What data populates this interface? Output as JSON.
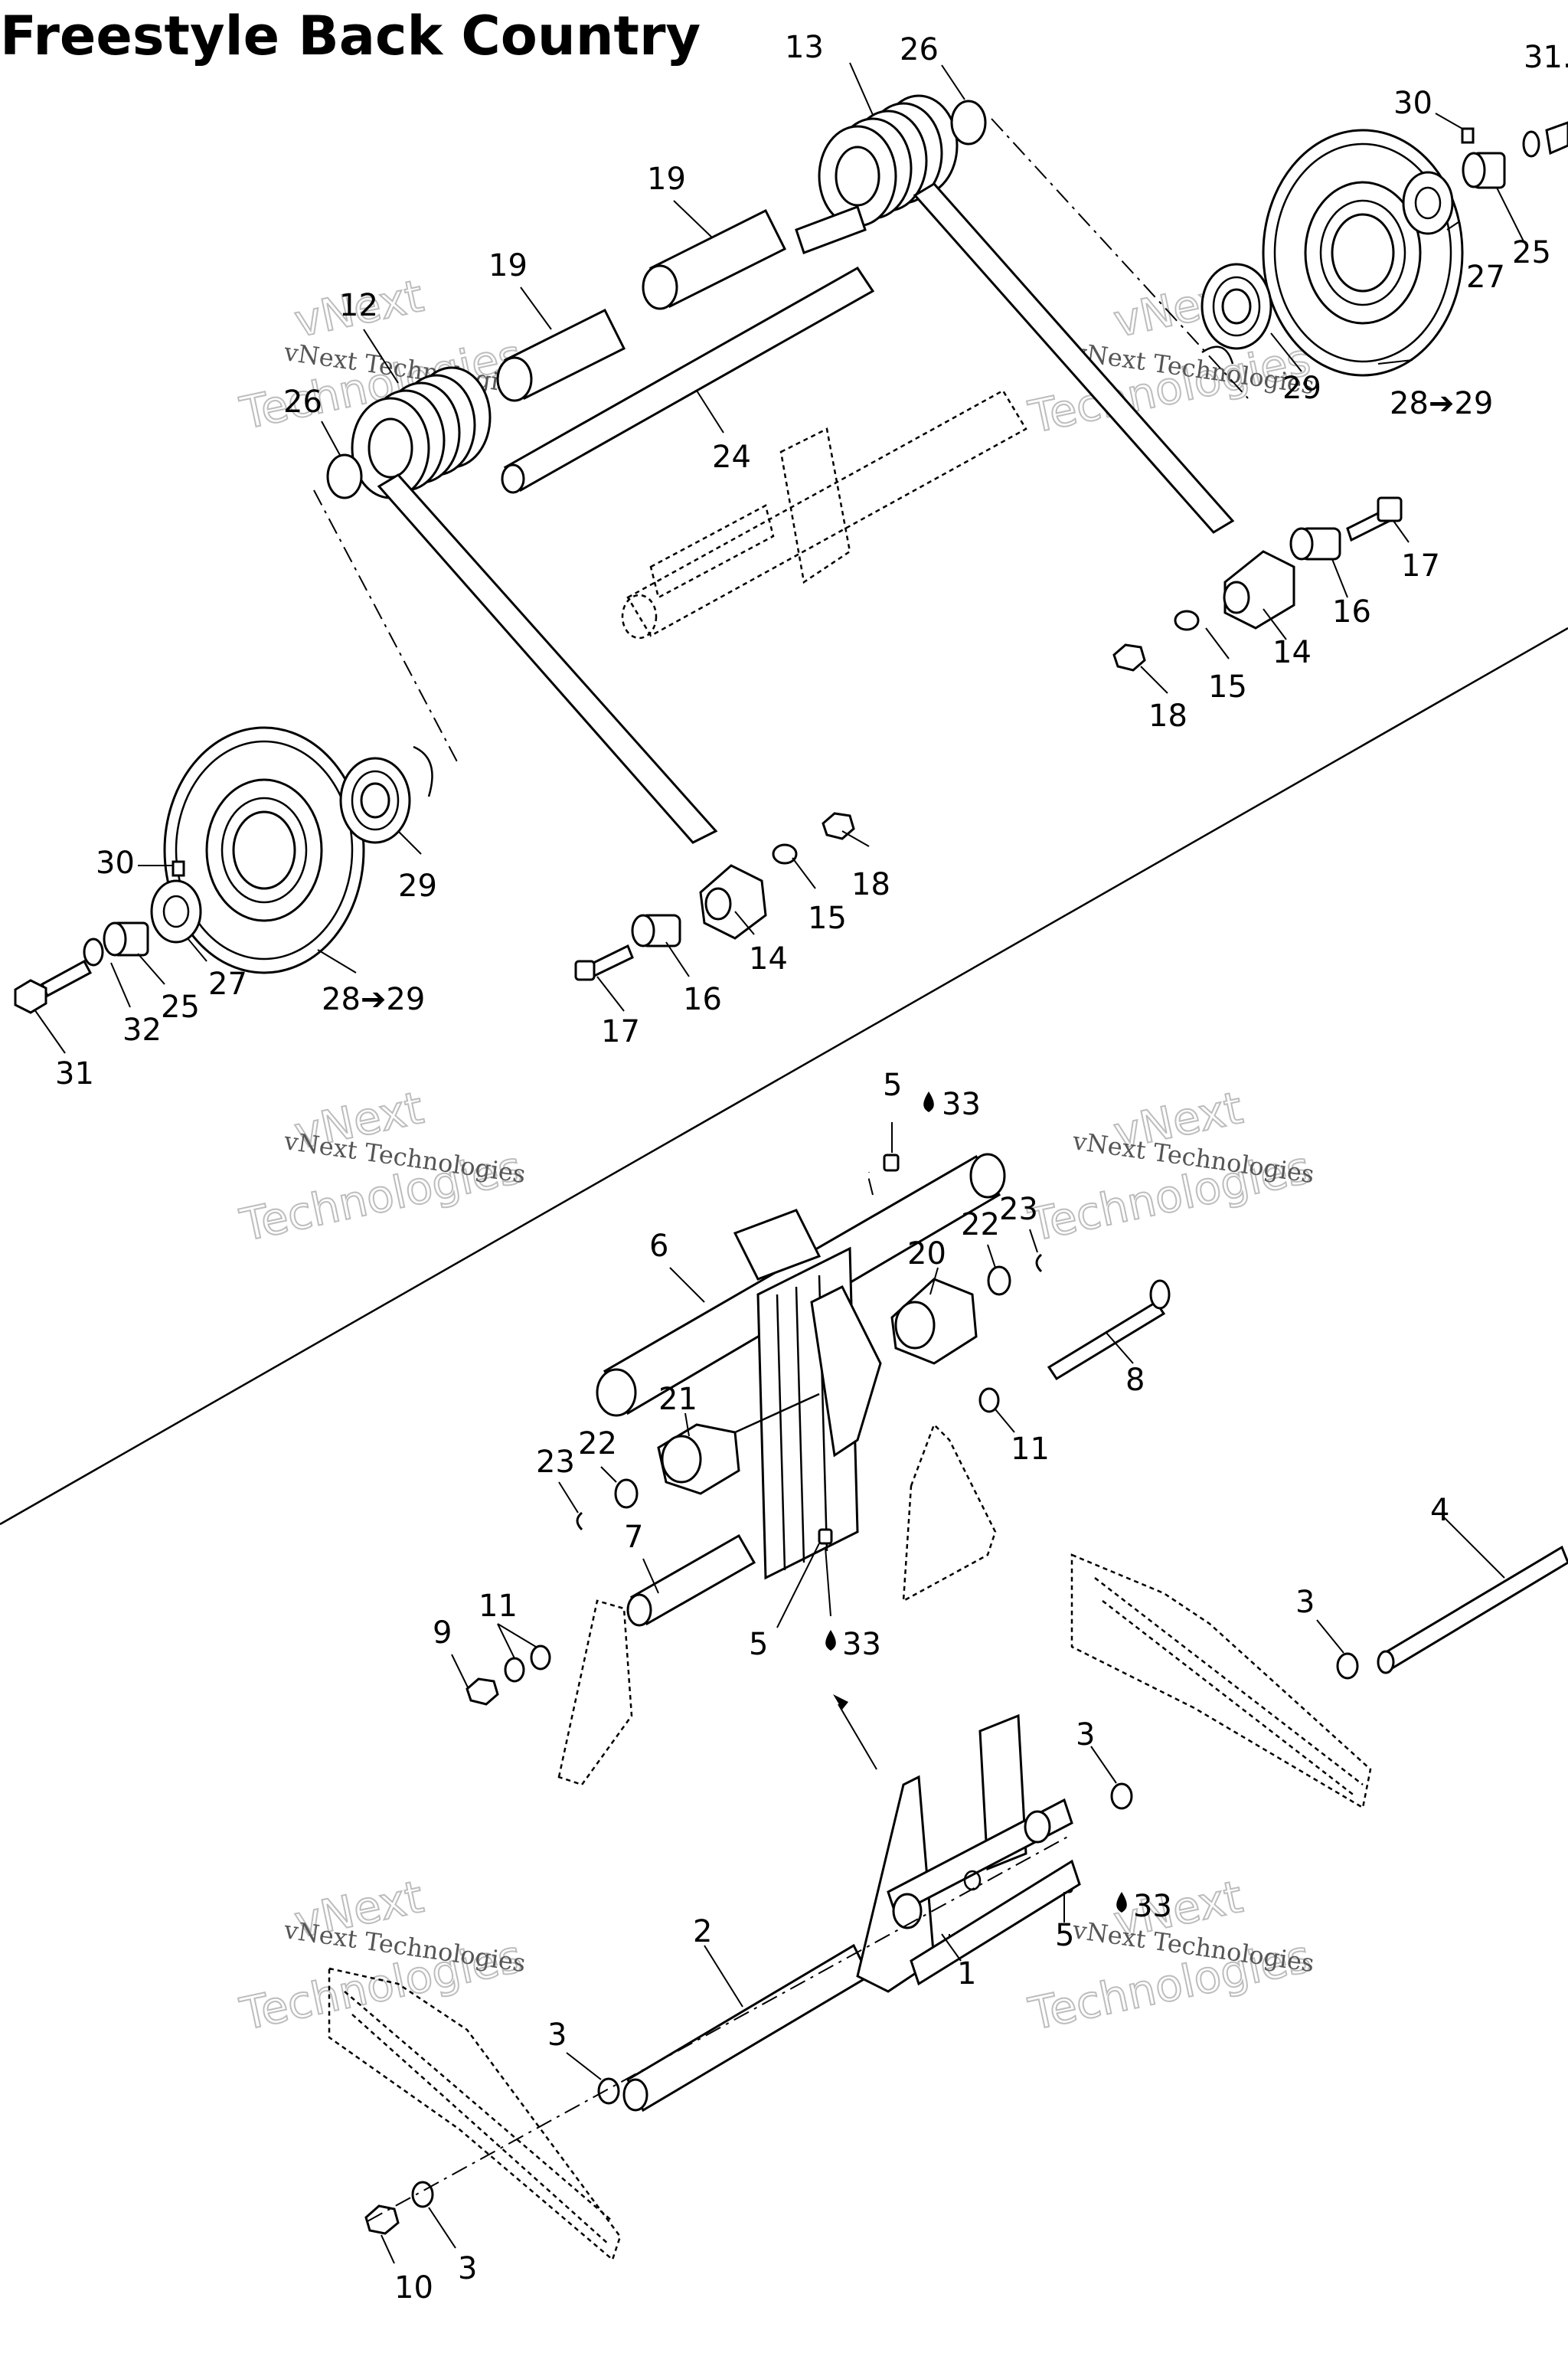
{
  "title": "Freestyle Back Country",
  "watermark": {
    "line_small": "vNext Technologies",
    "line_big_1": "vNext",
    "line_big_2": "Technologies"
  },
  "callouts": {
    "c1": "1",
    "c2": "2",
    "c3a": "3",
    "c3b": "3",
    "c3c": "3",
    "c3d": "3",
    "c4": "4",
    "c5a": "5",
    "c5b": "5",
    "c5c": "5",
    "c6": "6",
    "c7": "7",
    "c8": "8",
    "c9": "9",
    "c10": "10",
    "c11a": "11",
    "c11b": "11",
    "c12": "12",
    "c13": "13",
    "c14a": "14",
    "c14b": "14",
    "c15a": "15",
    "c15b": "15",
    "c16a": "16",
    "c16b": "16",
    "c17a": "17",
    "c17b": "17",
    "c18a": "18",
    "c18b": "18",
    "c19a": "19",
    "c19b": "19",
    "c20": "20",
    "c21": "21",
    "c22a": "22",
    "c22b": "22",
    "c23a": "23",
    "c23b": "23",
    "c24": "24",
    "c25a": "25",
    "c25b": "25",
    "c26a": "26",
    "c26b": "26",
    "c27a": "27",
    "c27b": "27",
    "c28a": "28➔29",
    "c28b": "28➔29",
    "c29a": "29",
    "c29b": "29",
    "c30a": "30",
    "c30b": "30",
    "c31a": "31",
    "c31b": "31.",
    "c32": "32",
    "c33a": "33",
    "c33b": "33",
    "c33c": "33"
  }
}
